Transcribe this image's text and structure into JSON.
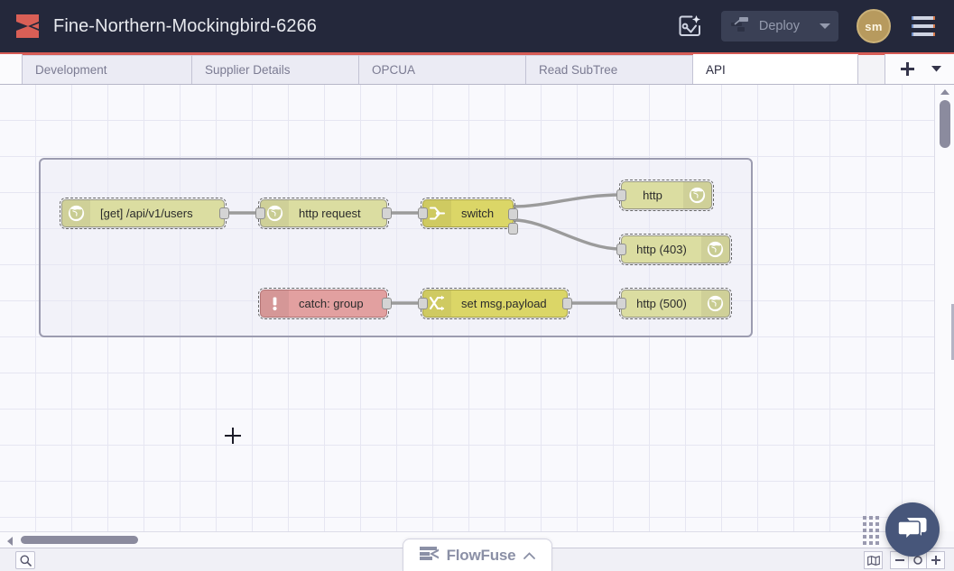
{
  "header": {
    "logo_icon": "flowfuse-logo-icon",
    "project_title": "Fine-Northern-Mockingbird-6266",
    "assistant_icon": "ai-assistant-sparkle-icon",
    "deploy_label": "Deploy",
    "deploy_icon": "deploy-bars-icon",
    "deploy_caret_icon": "chevron-down-icon",
    "deploy_enabled": "false",
    "avatar_initials": "sm",
    "menu_icon": "hamburger-menu-icon",
    "bg_color": "#24283b",
    "accent_color": "#d65c56"
  },
  "tabs": {
    "items": [
      {
        "label": "Development",
        "active": "false"
      },
      {
        "label": "Supplier Details",
        "active": "false"
      },
      {
        "label": "OPCUA",
        "active": "false"
      },
      {
        "label": "Read SubTree",
        "active": "false"
      },
      {
        "label": "API",
        "active": "true"
      }
    ],
    "add_label": "+",
    "add_icon": "plus-icon",
    "menu_icon": "chevron-down-icon"
  },
  "flow": {
    "group_label": "",
    "nodes": [
      {
        "id": "http-in",
        "label": "[get] /api/v1/users",
        "icon": "globe-icon",
        "color": "#dbdda1",
        "type": "http-in"
      },
      {
        "id": "http-req",
        "label": "http request",
        "icon": "globe-icon",
        "color": "#dbdda1",
        "type": "http-request"
      },
      {
        "id": "switch",
        "label": "switch",
        "icon": "switch-fork-icon",
        "color": "#dbd667",
        "type": "switch"
      },
      {
        "id": "resp-200",
        "label": "http",
        "icon": "globe-icon",
        "color": "#dbdda1",
        "type": "http-response"
      },
      {
        "id": "resp-403",
        "label": "http (403)",
        "icon": "globe-icon",
        "color": "#dbdda1",
        "type": "http-response"
      },
      {
        "id": "catch",
        "label": "catch: group",
        "icon": "exclamation-icon",
        "color": "#e2a0a0",
        "type": "catch"
      },
      {
        "id": "change",
        "label": "set msg.payload",
        "icon": "change-arrows-icon",
        "color": "#dbd667",
        "type": "change"
      },
      {
        "id": "resp-500",
        "label": "http (500)",
        "icon": "globe-icon",
        "color": "#dbdda1",
        "type": "http-response"
      }
    ]
  },
  "statusbar": {
    "search_icon": "search-icon",
    "navigator_icon": "map-navigator-icon",
    "zoom_out_icon": "zoom-out-icon",
    "zoom_reset_icon": "zoom-reset-icon",
    "zoom_in_icon": "zoom-in-icon"
  },
  "flowfuse_tab": {
    "label": "FlowFuse",
    "logo_icon": "flowfuse-logo-icon",
    "chevron_icon": "chevron-up-icon"
  },
  "chat": {
    "icon": "chat-bubble-icon"
  },
  "scrollbars": {
    "vertical_up_icon": "triangle-up-icon",
    "horizontal_left_icon": "triangle-left-icon"
  }
}
